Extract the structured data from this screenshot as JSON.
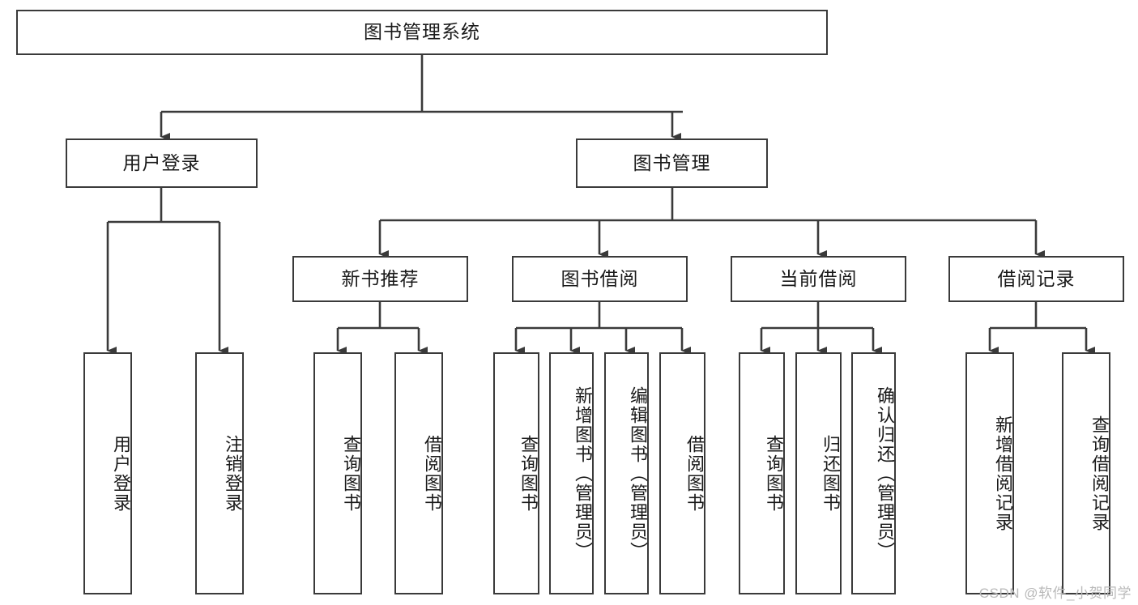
{
  "diagram": {
    "type": "tree",
    "title": "图书管理系统",
    "orientation": "top-down",
    "colors": {
      "box_border": "#3a3a3a",
      "box_fill": "#ffffff",
      "connector": "#3a3a3a",
      "text": "#1a1a1a",
      "watermark": "#b9b9b9",
      "background": "#ffffff"
    },
    "root": {
      "id": "root",
      "label": "图书管理系统",
      "text_direction": "horizontal"
    },
    "level2": [
      {
        "id": "user-login",
        "label": "用户登录",
        "text_direction": "horizontal"
      },
      {
        "id": "book-manage",
        "label": "图书管理",
        "text_direction": "horizontal"
      }
    ],
    "level3": [
      {
        "id": "new-book-recommend",
        "label": "新书推荐",
        "text_direction": "horizontal",
        "parent": "book-manage"
      },
      {
        "id": "book-borrow",
        "label": "图书借阅",
        "text_direction": "horizontal",
        "parent": "book-manage"
      },
      {
        "id": "current-borrow",
        "label": "当前借阅",
        "text_direction": "horizontal",
        "parent": "book-manage"
      },
      {
        "id": "borrow-record",
        "label": "借阅记录",
        "text_direction": "horizontal",
        "parent": "book-manage"
      }
    ],
    "leaves": [
      {
        "id": "leaf-user-login",
        "label": "用户登录",
        "text_direction": "vertical",
        "parent": "user-login"
      },
      {
        "id": "leaf-logout-login",
        "label": "注销登录",
        "text_direction": "vertical",
        "parent": "user-login"
      },
      {
        "id": "leaf-query-book-1",
        "label": "查询图书",
        "text_direction": "vertical",
        "parent": "new-book-recommend"
      },
      {
        "id": "leaf-borrow-book-1",
        "label": "借阅图书",
        "text_direction": "vertical",
        "parent": "new-book-recommend"
      },
      {
        "id": "leaf-query-book-2",
        "label": "查询图书",
        "text_direction": "vertical",
        "parent": "book-borrow"
      },
      {
        "id": "leaf-add-book",
        "label": "新增图书（管理员）",
        "text_direction": "vertical",
        "parent": "book-borrow"
      },
      {
        "id": "leaf-edit-book",
        "label": "编辑图书（管理员）",
        "text_direction": "vertical",
        "parent": "book-borrow"
      },
      {
        "id": "leaf-borrow-book-2",
        "label": "借阅图书",
        "text_direction": "vertical",
        "parent": "book-borrow"
      },
      {
        "id": "leaf-query-book-3",
        "label": "查询图书",
        "text_direction": "vertical",
        "parent": "current-borrow"
      },
      {
        "id": "leaf-return-book",
        "label": "归还图书",
        "text_direction": "vertical",
        "parent": "current-borrow"
      },
      {
        "id": "leaf-confirm-return",
        "label": "确认归还（管理员）",
        "text_direction": "vertical",
        "parent": "current-borrow"
      },
      {
        "id": "leaf-add-record",
        "label": "新增借阅记录",
        "text_direction": "vertical",
        "parent": "borrow-record"
      },
      {
        "id": "leaf-query-record",
        "label": "查询借阅记录",
        "text_direction": "vertical",
        "parent": "borrow-record"
      }
    ],
    "watermark": "CSDN @软件_小贺同学"
  }
}
